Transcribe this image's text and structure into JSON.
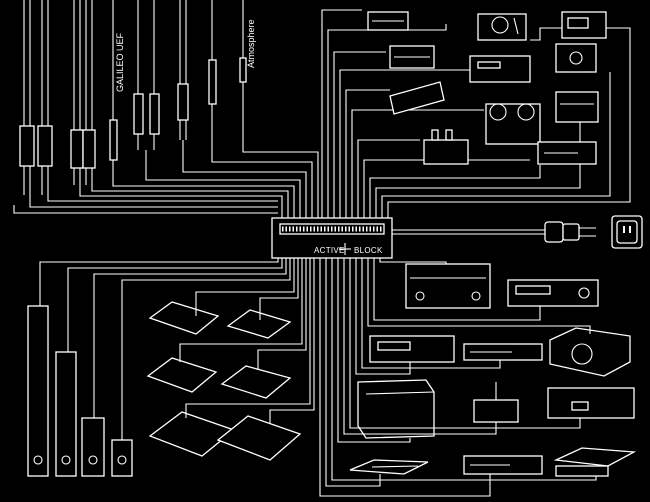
{
  "hub": {
    "label_left": "ACTIVE",
    "label_right": "BLOCK"
  },
  "cables": {
    "left_label": "GALILEO UEF",
    "right_label": "Atmosphere"
  },
  "colors": {
    "background": "#000000",
    "line": "#ffffff"
  },
  "icons": {
    "hub_symbol": "plus-lightning-icon",
    "wall_outlet": "power-outlet-icon",
    "power_plug": "power-plug-icon"
  }
}
